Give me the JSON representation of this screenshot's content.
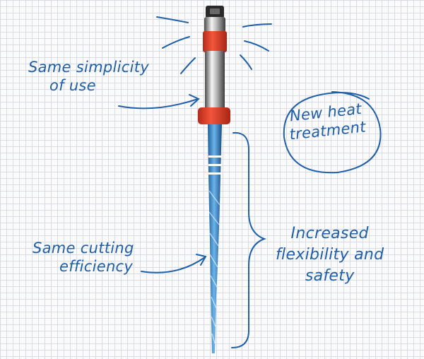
{
  "annotations": {
    "simplicity": {
      "line1": "Same simplicity",
      "line2": "of use"
    },
    "cutting": {
      "line1": "Same cutting",
      "line2": "efficiency"
    },
    "heat": {
      "line1": "New heat",
      "line2": "treatment"
    },
    "flexibility": {
      "line1": "Increased",
      "line2": "flexibility and",
      "line3": "safety"
    }
  },
  "colors": {
    "ink": "#1f5fa8",
    "handle_red": "#e8452f",
    "file_blue": "#3a86c8",
    "grid": "#d9dde3"
  }
}
